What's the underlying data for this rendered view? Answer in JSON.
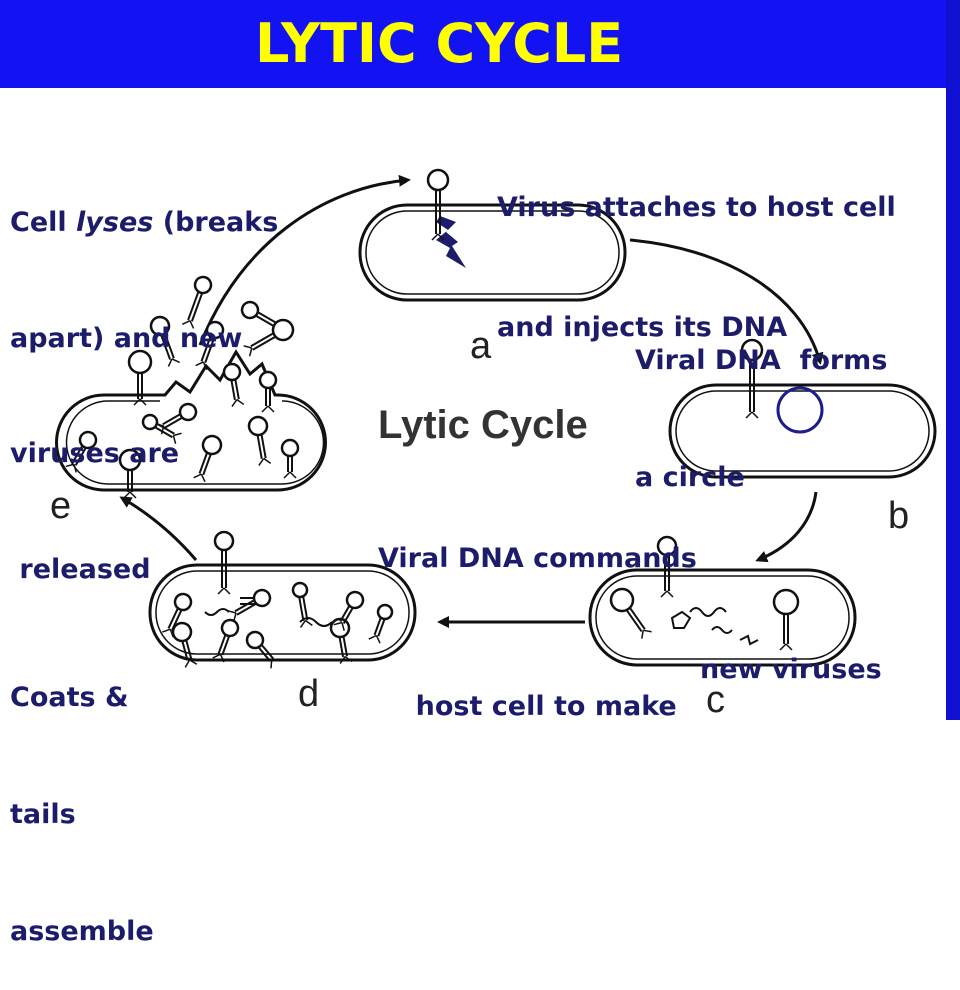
{
  "title": "LYTIC CYCLE",
  "colors": {
    "title_bar": "#1212f2",
    "title_text": "#ffff00",
    "label_text": "#1c1c6b",
    "drawing": "#111111",
    "dna_circle": "#1c1c8c"
  },
  "labels": {
    "attach": {
      "line1": "Virus attaches to host cell",
      "line2": "and injects its DNA"
    },
    "lyses": {
      "line1_pre": "Cell ",
      "line1_italic": "lyses",
      "line1_post": " (breaks",
      "line2": "apart) and new",
      "line3": "viruses are",
      "line4": " released"
    },
    "circle": {
      "line1": "Viral DNA  forms",
      "line2": "a circle"
    },
    "commands": {
      "line1": "Viral DNA commands",
      "line2a": "host cell to make",
      "line2b": "new viruses"
    },
    "assemble": {
      "line1": "Coats &",
      "line2": "tails",
      "line3": "assemble"
    }
  },
  "diagram": {
    "center_label": "Lytic Cycle",
    "stages": [
      "a",
      "b",
      "c",
      "d",
      "e"
    ]
  }
}
